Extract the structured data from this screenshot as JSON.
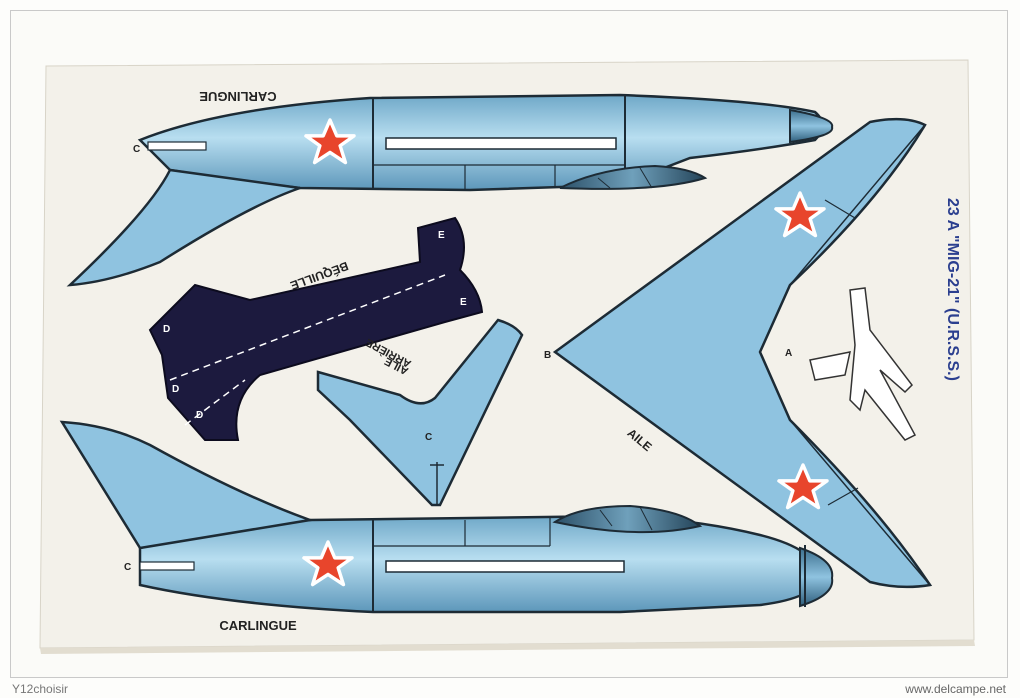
{
  "card": {
    "label_fuselage_top": "CARLINGUE",
    "label_fuselage_bottom": "CARLINGUE",
    "label_skid": "BÉQUILLE",
    "label_tail_line1": "AILE",
    "label_tail_line2": "ARRIÈRE",
    "label_wing": "AILE",
    "model_title": "23 A \"MIG-21\" (U.R.S.S.)",
    "tab_c": "C",
    "tab_b": "B",
    "tab_a": "A",
    "tab_d": "D",
    "tab_e": "E"
  },
  "colors": {
    "plane_blue": "#8fc3e0",
    "plane_dark": "#4a7f9e",
    "outline": "#1d2b35",
    "star_red": "#e8452c",
    "skid_navy": "#1c1a3e",
    "title_blue": "#2b3f8f"
  },
  "watermark": {
    "left": "Y12choisir",
    "right": "www.delcampe.net"
  }
}
